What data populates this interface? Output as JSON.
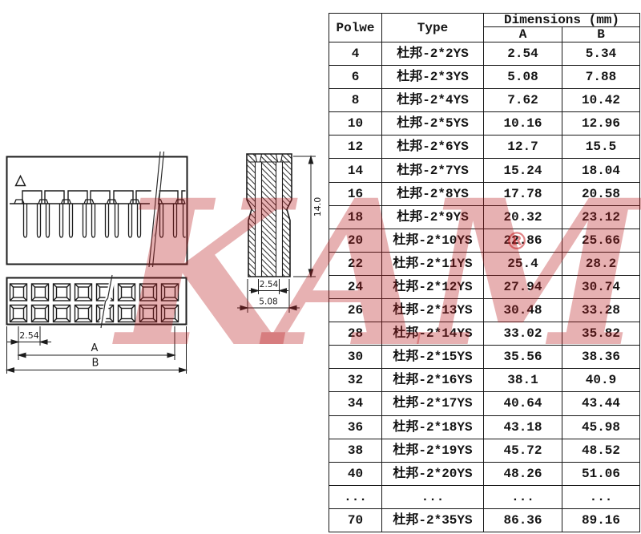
{
  "watermark": {
    "text": "KAM",
    "registered": "®",
    "color": "#c01e22"
  },
  "table": {
    "headers": {
      "pole": "Polwe",
      "type": "Type",
      "dimensions": "Dimensions (mm)",
      "col_a": "A",
      "col_b": "B"
    },
    "rows": [
      {
        "pole": "4",
        "type": "杜邦-2*2YS",
        "a": "2.54",
        "b": "5.34"
      },
      {
        "pole": "6",
        "type": "杜邦-2*3YS",
        "a": "5.08",
        "b": "7.88"
      },
      {
        "pole": "8",
        "type": "杜邦-2*4YS",
        "a": "7.62",
        "b": "10.42"
      },
      {
        "pole": "10",
        "type": "杜邦-2*5YS",
        "a": "10.16",
        "b": "12.96"
      },
      {
        "pole": "12",
        "type": "杜邦-2*6YS",
        "a": "12.7",
        "b": "15.5"
      },
      {
        "pole": "14",
        "type": "杜邦-2*7YS",
        "a": "15.24",
        "b": "18.04"
      },
      {
        "pole": "16",
        "type": "杜邦-2*8YS",
        "a": "17.78",
        "b": "20.58"
      },
      {
        "pole": "18",
        "type": "杜邦-2*9YS",
        "a": "20.32",
        "b": "23.12"
      },
      {
        "pole": "20",
        "type": "杜邦-2*10YS",
        "a": "22.86",
        "b": "25.66"
      },
      {
        "pole": "22",
        "type": "杜邦-2*11YS",
        "a": "25.4",
        "b": "28.2"
      },
      {
        "pole": "24",
        "type": "杜邦-2*12YS",
        "a": "27.94",
        "b": "30.74"
      },
      {
        "pole": "26",
        "type": "杜邦-2*13YS",
        "a": "30.48",
        "b": "33.28"
      },
      {
        "pole": "28",
        "type": "杜邦-2*14YS",
        "a": "33.02",
        "b": "35.82"
      },
      {
        "pole": "30",
        "type": "杜邦-2*15YS",
        "a": "35.56",
        "b": "38.36"
      },
      {
        "pole": "32",
        "type": "杜邦-2*16YS",
        "a": "38.1",
        "b": "40.9"
      },
      {
        "pole": "34",
        "type": "杜邦-2*17YS",
        "a": "40.64",
        "b": "43.44"
      },
      {
        "pole": "36",
        "type": "杜邦-2*18YS",
        "a": "43.18",
        "b": "45.98"
      },
      {
        "pole": "38",
        "type": "杜邦-2*19YS",
        "a": "45.72",
        "b": "48.52"
      },
      {
        "pole": "40",
        "type": "杜邦-2*20YS",
        "a": "48.26",
        "b": "51.06"
      },
      {
        "pole": "...",
        "type": "...",
        "a": "...",
        "b": "..."
      },
      {
        "pole": "70",
        "type": "杜邦-2*35YS",
        "a": "86.36",
        "b": "89.16"
      }
    ]
  },
  "drawings": {
    "front_view": {
      "pitch": "2.54",
      "dim_a": "A",
      "dim_b": "B"
    },
    "section_view": {
      "pitch": "2.54",
      "width": "5.08",
      "height": "14.0"
    }
  }
}
